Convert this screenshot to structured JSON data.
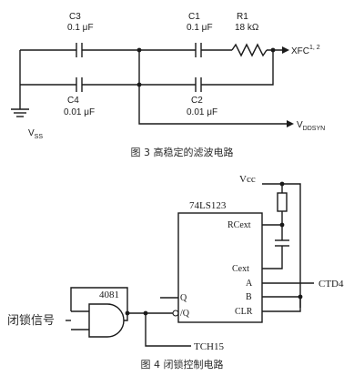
{
  "figure3": {
    "caption": "图 3  高稳定的滤波电路",
    "components": {
      "c3": {
        "name": "C3",
        "value": "0.1 μF"
      },
      "c4": {
        "name": "C4",
        "value": "0.01 μF"
      },
      "c1": {
        "name": "C1",
        "value": "0.1 μF"
      },
      "c2": {
        "name": "C2",
        "value": "0.01 μF"
      },
      "r1": {
        "name": "R1",
        "value": "18 kΩ"
      }
    },
    "nets": {
      "xfc": "XFC",
      "xfc_sup": "1, 2",
      "vss": "V",
      "vss_sub": "SS",
      "vddsyn": "V",
      "vddsyn_sub": "DDSYN"
    }
  },
  "figure4": {
    "caption": "图 4  闭锁控制电路",
    "chip": {
      "name": "74LS123",
      "pins_right": [
        "RCext",
        "Cext",
        "A",
        "B",
        "CLR"
      ],
      "pins_left": [
        "Q",
        "/Q"
      ]
    },
    "gate": "4081",
    "labels": {
      "vcc": "Vcc",
      "ctd4": "CTD4",
      "tch15": "TCH15",
      "lock_signal": "闭锁信号"
    }
  }
}
